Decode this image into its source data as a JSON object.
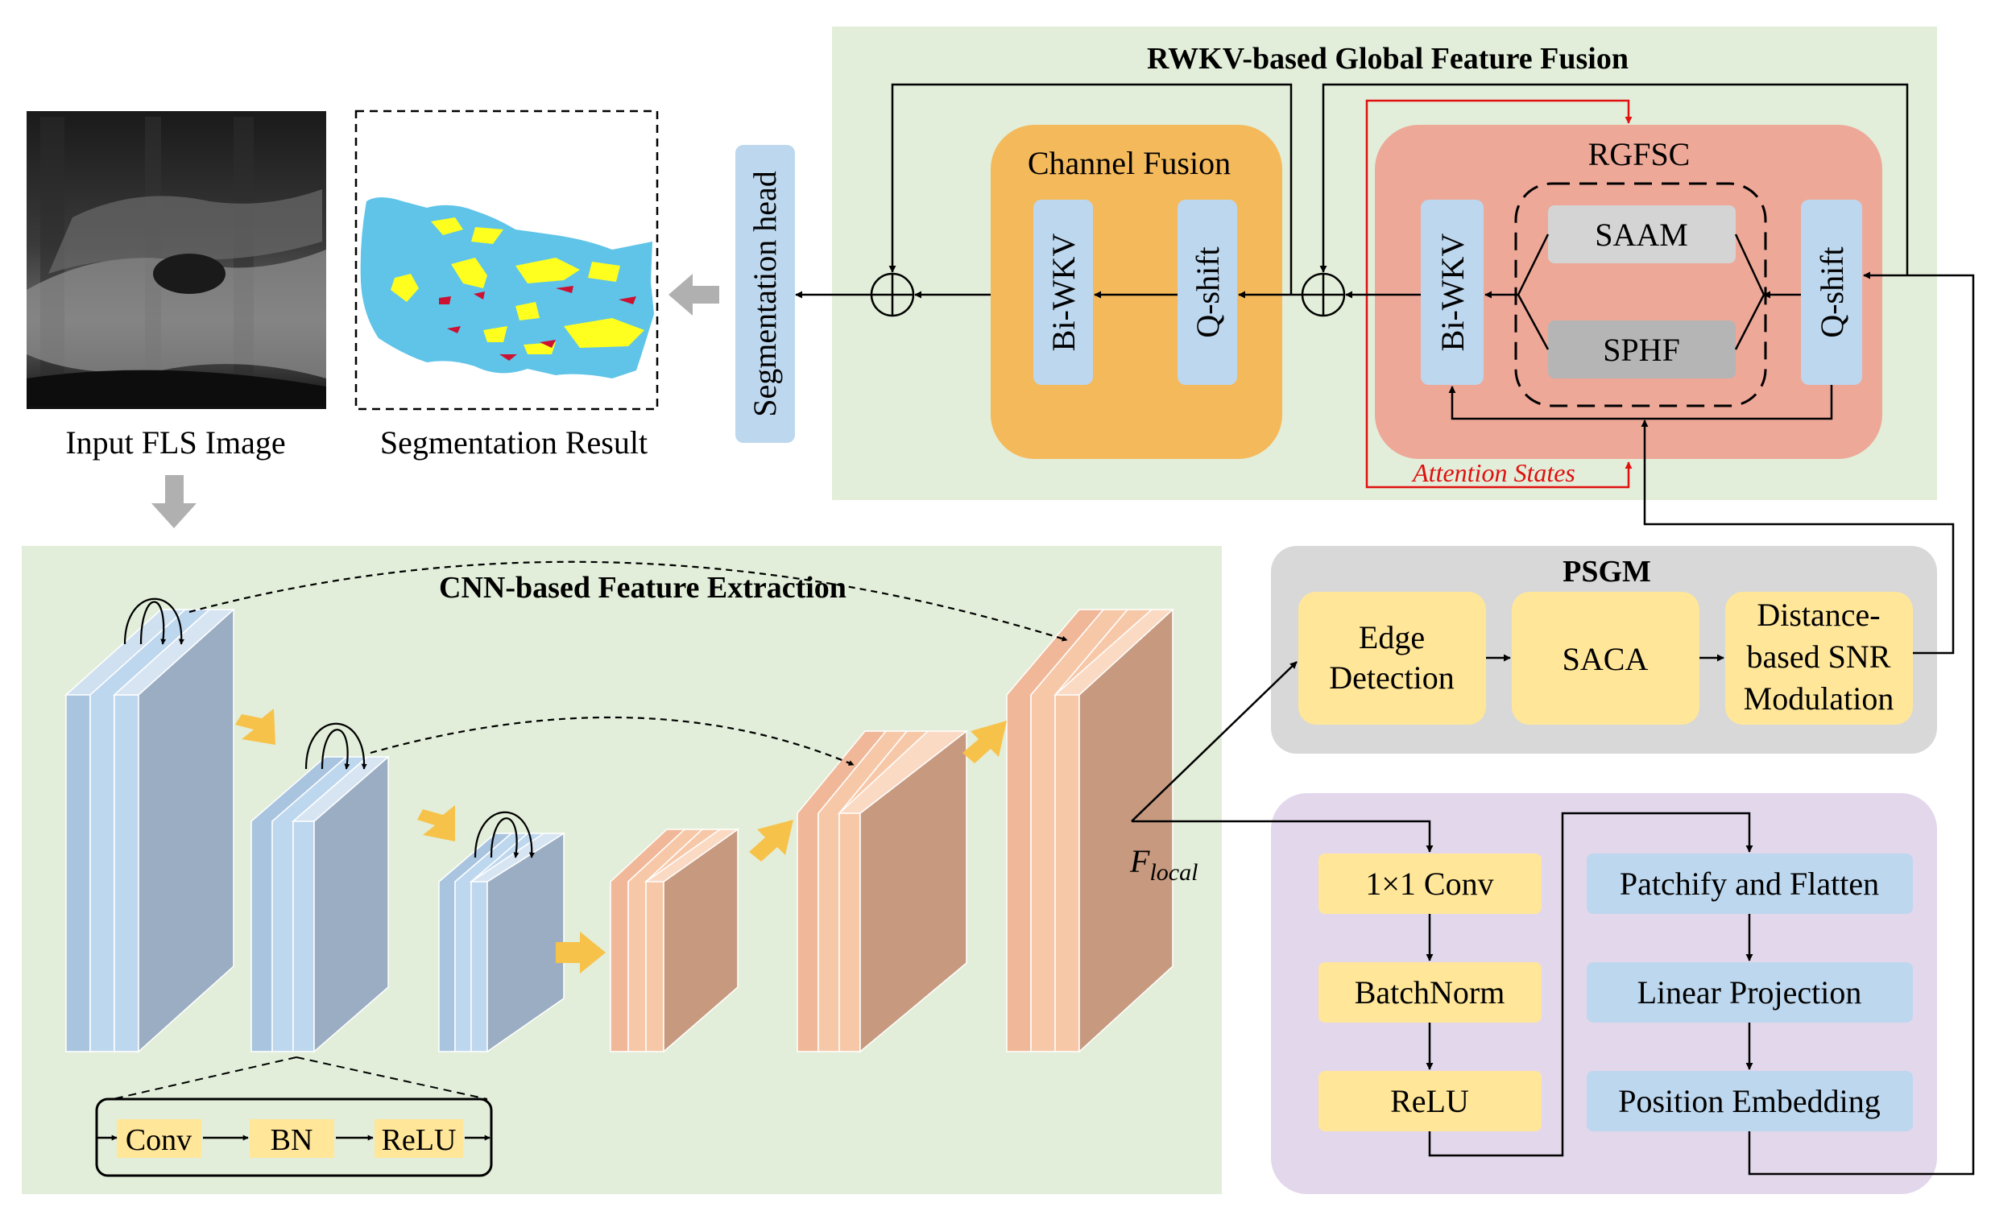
{
  "input": {
    "label": "Input FLS Image"
  },
  "segmentation_result": {
    "label": "Segmentation Result"
  },
  "segmentation_head": {
    "label": "Segmentation head"
  },
  "rwkv": {
    "title": "RWKV-based Global Feature Fusion",
    "channel_fusion": {
      "title": "Channel Fusion",
      "biwkv": "Bi-WKV",
      "qshift": "Q-shift"
    },
    "rgfsc": {
      "title": "RGFSC",
      "biwkv": "Bi-WKV",
      "saam": "SAAM",
      "sphf": "SPHF",
      "qshift": "Q-shift",
      "attention_states": "Attention States"
    }
  },
  "psgm": {
    "title": "PSGM",
    "edge_detection": [
      "Edge",
      "Detection"
    ],
    "saca": "SACA",
    "snr": [
      "Distance-",
      "based SNR",
      "Modulation"
    ]
  },
  "cnn": {
    "title": "CNN-based Feature Extraction",
    "block": [
      "Conv",
      "BN",
      "ReLU"
    ],
    "f_local_main": "F",
    "f_local_sub": "local"
  },
  "embedding": {
    "left": [
      "1×1 Conv",
      "BatchNorm",
      "ReLU"
    ],
    "right": [
      "Patchify and Flatten",
      "Linear Projection",
      "Position Embedding"
    ]
  },
  "colors": {
    "green_panel": "#e2eed9",
    "blue_box": "#bdd7ee",
    "orange_box": "#f4b95a",
    "red_panel": "#eda898",
    "grey_panel": "#d8d8d8",
    "yellow_box": "#ffe699",
    "purple_panel": "#e3d7ec",
    "sea_blue": "#5fc4e8",
    "sea_yellow": "#ffff1f",
    "sea_red": "#cc1133",
    "cnn_blue": "#bdd7ee",
    "cnn_blue_dark": "#9badc2",
    "cnn_peach": "#f7c8a8",
    "cnn_peach_dark": "#c79a80",
    "attention_red": "#e01010"
  }
}
